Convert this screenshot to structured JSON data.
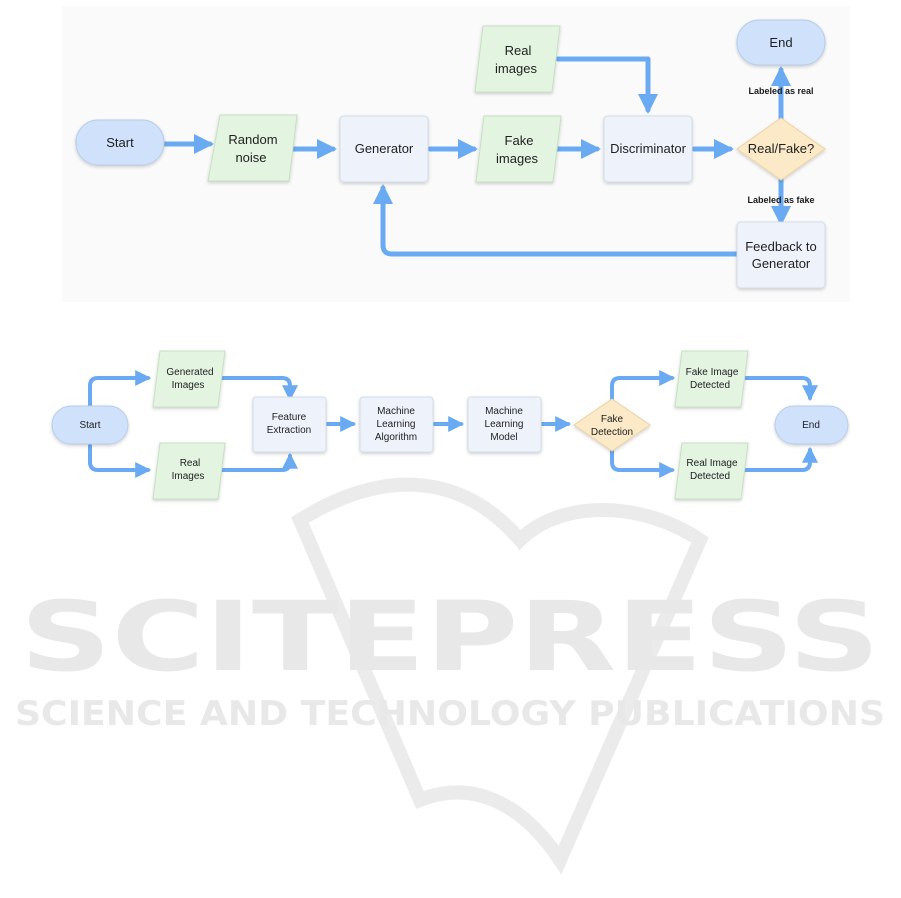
{
  "diagram1": {
    "nodes": {
      "start": "Start",
      "random_noise": [
        "Random",
        "noise"
      ],
      "generator": "Generator",
      "real_images": [
        "Real",
        "images"
      ],
      "fake_images": [
        "Fake",
        "images"
      ],
      "discriminator": "Discriminator",
      "decision": "Real/Fake?",
      "end": "End",
      "feedback": [
        "Feedback to",
        "Generator"
      ]
    },
    "edge_labels": {
      "real": "Labeled as real",
      "fake": "Labeled as fake"
    }
  },
  "diagram2": {
    "nodes": {
      "start": "Start",
      "generated_images": [
        "Generated",
        "Images"
      ],
      "real_images": [
        "Real",
        "Images"
      ],
      "feature_extraction": [
        "Feature",
        "Extraction"
      ],
      "ml_algorithm": [
        "Machine",
        "Learning",
        "Algorithm"
      ],
      "ml_model": [
        "Machine",
        "Learning",
        "Model"
      ],
      "fake_detection": [
        "Fake",
        "Detection"
      ],
      "fake_detected": [
        "Fake Image",
        "Detected"
      ],
      "real_detected": [
        "Real Image",
        "Detected"
      ],
      "end": "End"
    }
  },
  "watermark": {
    "title": "SCITEPRESS",
    "subtitle": "SCIENCE AND TECHNOLOGY PUBLICATIONS"
  },
  "colors": {
    "arrow": "#6aaaf2",
    "terminal_fill": "#cfe1fb",
    "io_fill": "#e3f4e1",
    "process_fill": "#eef3fb",
    "decision_fill": "#fbe9c7"
  }
}
